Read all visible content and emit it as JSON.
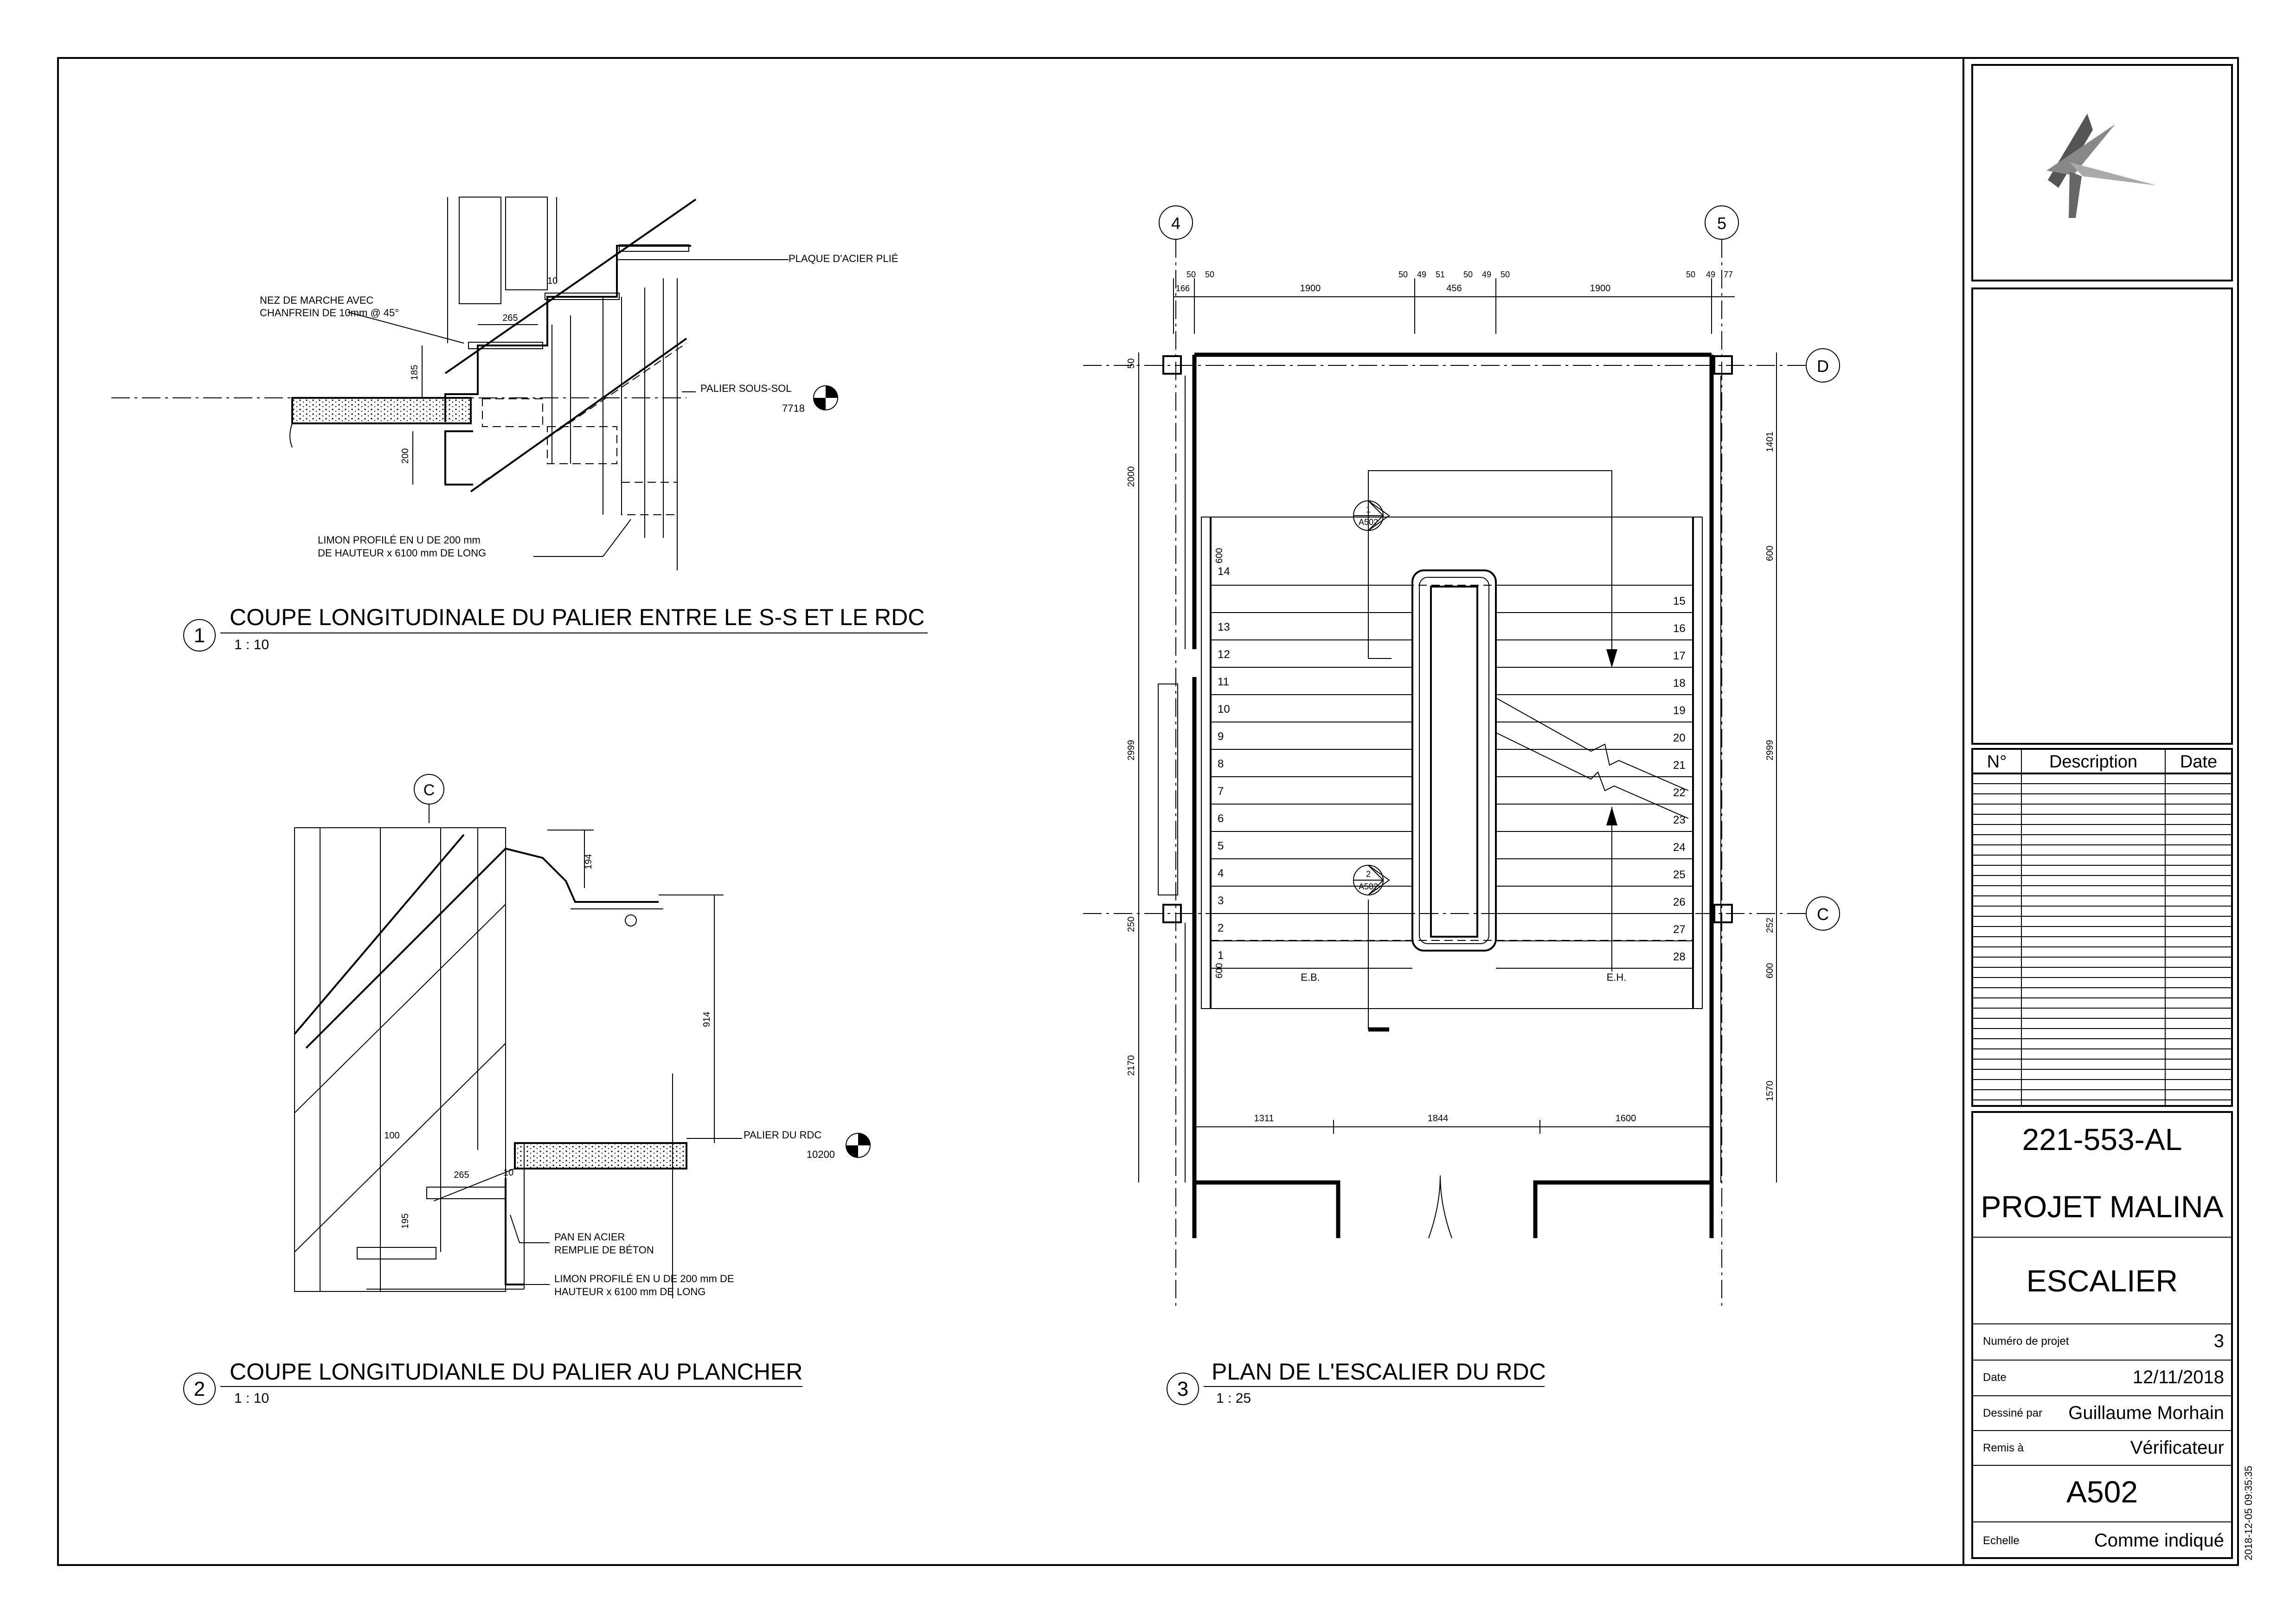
{
  "views": [
    {
      "number": "1",
      "title": "COUPE LONGITUDINALE DU PALIER ENTRE LE S-S ET LE RDC",
      "scale": "1 : 10"
    },
    {
      "number": "2",
      "title": "COUPE LONGITUDIANLE DU PALIER AU PLANCHER",
      "scale": "1 : 10"
    },
    {
      "number": "3",
      "title": "PLAN DE L'ESCALIER DU RDC",
      "scale": "1 : 25"
    }
  ],
  "section1": {
    "plaque": "PLAQUE D'ACIER PLIÉ",
    "nez_line1": "NEZ DE MARCHE AVEC",
    "nez_line2": "CHANFREIN DE 10mm @ 45°",
    "palier": "PALIER SOUS-SOL",
    "palier_elev": "7718",
    "limon_line1": "LIMON PROFILÉ EN U DE 200 mm",
    "limon_line2": "DE HAUTEUR x  6100 mm DE LONG",
    "dims": [
      "265",
      "10",
      "185",
      "200"
    ]
  },
  "section2": {
    "grid": "C",
    "palier": "PALIER DU RDC",
    "palier_elev": "10200",
    "pan_line1": "PAN EN ACIER",
    "pan_line2": "REMPLIE DE BÉTON",
    "limon_line1": "LIMON PROFILÉ EN U DE 200 mm DE",
    "limon_line2": "HAUTEUR x  6100 mm DE LONG",
    "dims": [
      "194",
      "914",
      "100",
      "265",
      "195",
      "10"
    ]
  },
  "plan": {
    "grid_top": [
      "4",
      "5"
    ],
    "grid_right": [
      "D",
      "C"
    ],
    "top_dims": [
      "50",
      "50",
      "166",
      "1900",
      "50",
      "49",
      "51",
      "456",
      "50",
      "49",
      "50",
      "1900",
      "50",
      "49",
      "77"
    ],
    "left_dims": [
      "50",
      "2000",
      "600",
      "2999",
      "250",
      "600",
      "2170"
    ],
    "right_dims": [
      "1401",
      "600",
      "2999",
      "252",
      "600",
      "1570"
    ],
    "bottom_dims": [
      "1311",
      "1844",
      "1600"
    ],
    "left_steps": [
      "14",
      "13",
      "12",
      "11",
      "10",
      "9",
      "8",
      "7",
      "6",
      "5",
      "4",
      "3",
      "2",
      "1"
    ],
    "right_steps": [
      "15",
      "16",
      "17",
      "18",
      "19",
      "20",
      "21",
      "22",
      "23",
      "24",
      "25",
      "26",
      "27",
      "28"
    ],
    "section_marks": [
      {
        "num": "1",
        "ref": "A502"
      },
      {
        "num": "2",
        "ref": "A502"
      }
    ],
    "eb": "E.B.",
    "eh": "E.H."
  },
  "title_block": {
    "rev_headers": [
      "N°",
      "Description",
      "Date"
    ],
    "project_number": "221-553-AL",
    "project_name": "PROJET MALINA",
    "sheet_name": "ESCALIER",
    "rows": [
      {
        "label": "Numéro de projet",
        "value": "3"
      },
      {
        "label": "Date",
        "value": "12/11/2018"
      },
      {
        "label": "Dessiné par",
        "value": "Guillaume Morhain"
      },
      {
        "label": "Remis à",
        "value": "Vérificateur"
      }
    ],
    "sheet_number": "A502",
    "scale_label": "Echelle",
    "scale_value": "Comme indiqué",
    "timestamp": "2018-12-05 09:35:35"
  },
  "colors": {
    "line": "#000000",
    "logo_dark": "#555555",
    "logo_light": "#999999"
  }
}
